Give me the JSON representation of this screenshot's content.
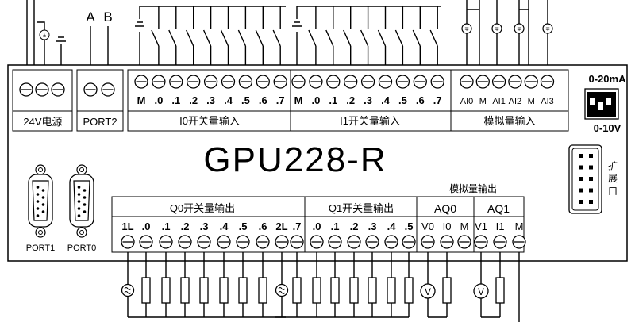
{
  "device": {
    "model": "GPU228-R",
    "expansion_label": [
      "扩",
      "展",
      "口"
    ]
  },
  "top_wiring": {
    "port_a": "A",
    "port_b": "B"
  },
  "power": {
    "label": "24V电源",
    "terminals": 3
  },
  "port2": {
    "label": "PORT2",
    "terminals": 2
  },
  "i0": {
    "group_label": "I0开关量输入",
    "terms": [
      "M",
      ".0",
      ".1",
      ".2",
      ".3",
      ".4",
      ".5",
      ".6",
      ".7"
    ]
  },
  "i1": {
    "group_label": "I1开关量输入",
    "terms": [
      "M",
      ".0",
      ".1",
      ".2",
      ".3",
      ".4",
      ".5",
      ".6",
      ".7"
    ]
  },
  "ai": {
    "group_label": "模拟量输入",
    "terms": [
      "AI0",
      "M",
      "AI1",
      "AI2",
      "M",
      "AI3"
    ]
  },
  "dip": {
    "range_top": "0-20mA",
    "range_bottom": "0-10V"
  },
  "ports": {
    "port1": "PORT1",
    "port0": "PORT0"
  },
  "q0": {
    "group_label": "Q0开关量输出",
    "terms": [
      "1L",
      ".0",
      ".1",
      ".2",
      ".3",
      ".4",
      ".5",
      ".6",
      "2L",
      ".7"
    ]
  },
  "q1": {
    "group_label": "Q1开关量输出",
    "terms": [
      ".0",
      ".1",
      ".2",
      ".3",
      ".4",
      ".5"
    ]
  },
  "ao": {
    "header": "模拟量输出",
    "aq0_label": "AQ0",
    "aq0_terms": [
      "V0",
      "I0",
      "M"
    ],
    "aq1_label": "AQ1",
    "aq1_terms": [
      "V1",
      "I1",
      "M"
    ]
  },
  "icons": {
    "source": "ac-source-icon",
    "meter": "voltmeter-icon",
    "sensor": "analog-sensor-icon",
    "ground": "ground-icon",
    "switch": "switch-icon"
  },
  "meter_symbol": "V"
}
